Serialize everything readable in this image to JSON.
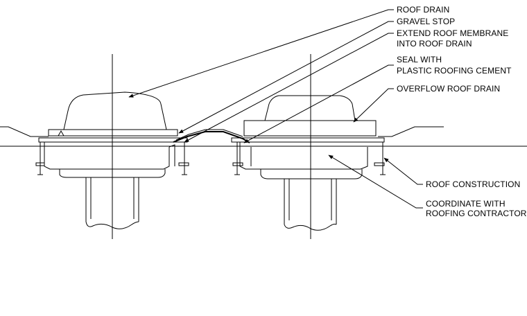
{
  "labels": {
    "roof_drain": "ROOF DRAIN",
    "gravel_stop": "GRAVEL STOP",
    "extend_membrane_1": "EXTEND ROOF MEMBRANE",
    "extend_membrane_2": "INTO ROOF DRAIN",
    "seal_1": "SEAL WITH",
    "seal_2": "PLASTIC ROOFING CEMENT",
    "overflow_drain": "OVERFLOW ROOF DRAIN",
    "roof_construction": "ROOF CONSTRUCTION",
    "coordinate_1": "COORDINATE WITH",
    "coordinate_2": "ROOFING CONTRACTOR"
  },
  "colors": {
    "line": "#000000",
    "background": "#ffffff"
  }
}
